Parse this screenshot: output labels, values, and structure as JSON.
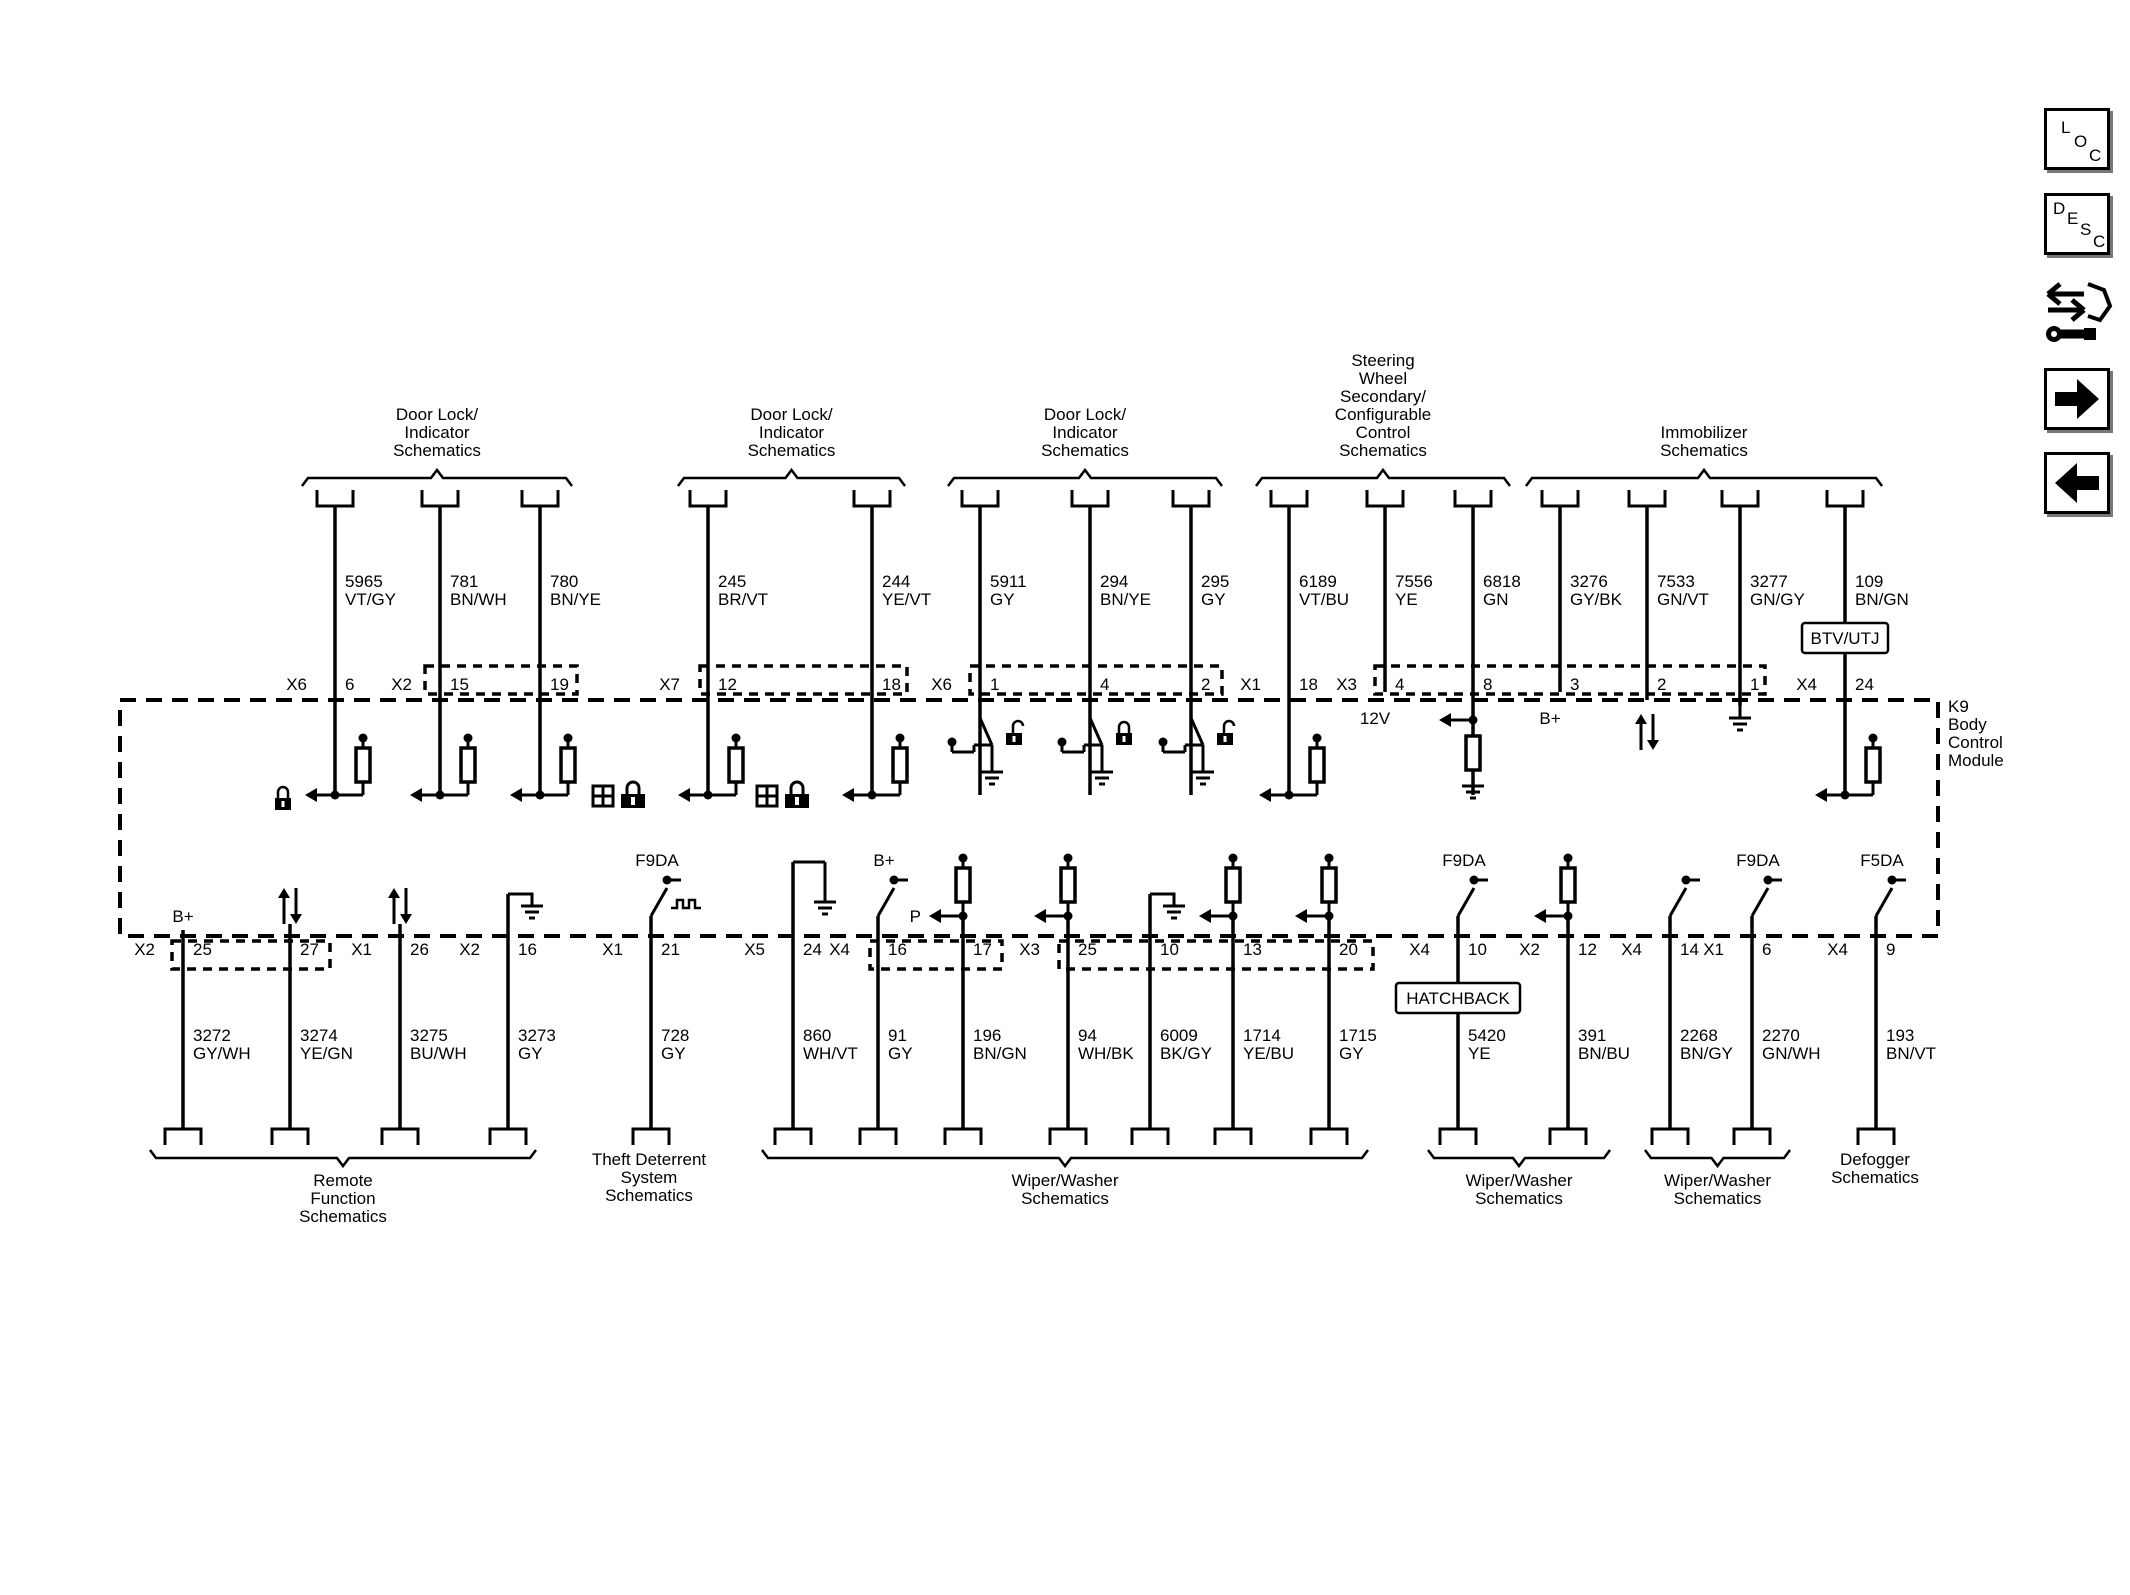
{
  "module": {
    "ref": "K9",
    "line1": "Body",
    "line2": "Control",
    "line3": "Module"
  },
  "nav": {
    "loc": [
      "L",
      "O",
      "C"
    ],
    "desc": [
      "D",
      "E",
      "S",
      "C"
    ],
    "icons": [
      "connector-wrench-icon",
      "arrow-right-icon",
      "arrow-left-icon"
    ]
  },
  "top_groups": [
    {
      "lines": [
        "Door Lock/",
        "Indicator",
        "Schematics"
      ]
    },
    {
      "lines": [
        "Door Lock/",
        "Indicator",
        "Schematics"
      ]
    },
    {
      "lines": [
        "Door Lock/",
        "Indicator",
        "Schematics"
      ]
    },
    {
      "lines": [
        "Steering",
        "Wheel",
        "Secondary/",
        "Configurable",
        "Control",
        "Schematics"
      ]
    },
    {
      "lines": [
        "Immobilizer",
        "Schematics"
      ]
    }
  ],
  "top_wires": [
    {
      "circuit": "5965",
      "color": "VT/GY",
      "connector": "X6",
      "pin": "6",
      "interior": "lock"
    },
    {
      "circuit": "781",
      "color": "BN/WH",
      "connector": "X2",
      "pin": "15",
      "interior": "arrow"
    },
    {
      "circuit": "780",
      "color": "BN/YE",
      "connector": "",
      "pin": "19",
      "interior": "arrow"
    },
    {
      "circuit": "245",
      "color": "BR/VT",
      "connector": "X7",
      "pin": "12",
      "interior": "window-lock"
    },
    {
      "circuit": "244",
      "color": "YE/VT",
      "connector": "",
      "pin": "18",
      "interior": "window-lock"
    },
    {
      "circuit": "5911",
      "color": "GY",
      "connector": "X6",
      "pin": "1",
      "interior": "switch-unlock"
    },
    {
      "circuit": "294",
      "color": "BN/YE",
      "connector": "",
      "pin": "4",
      "interior": "switch-lock"
    },
    {
      "circuit": "295",
      "color": "GY",
      "connector": "",
      "pin": "2",
      "interior": "switch-unlock"
    },
    {
      "circuit": "6189",
      "color": "VT/BU",
      "connector": "X1",
      "pin": "18",
      "interior": "arrow"
    },
    {
      "circuit": "7556",
      "color": "YE",
      "connector": "X3",
      "pin": "4",
      "interior": "supply",
      "supply": "12V"
    },
    {
      "circuit": "6818",
      "color": "GN",
      "connector": "",
      "pin": "8",
      "interior": "resistor-ground"
    },
    {
      "circuit": "3276",
      "color": "GY/BK",
      "connector": "",
      "pin": "3",
      "interior": "supply",
      "supply": "B+"
    },
    {
      "circuit": "7533",
      "color": "GN/VT",
      "connector": "",
      "pin": "2",
      "interior": "bidirectional"
    },
    {
      "circuit": "3277",
      "color": "GN/GY",
      "connector": "",
      "pin": "1",
      "interior": "ground"
    },
    {
      "circuit": "109",
      "color": "BN/GN",
      "connector": "X4",
      "pin": "24",
      "interior": "arrow",
      "box": "BTV/UTJ"
    }
  ],
  "bottom_groups": [
    {
      "lines": [
        "Remote",
        "Function",
        "Schematics"
      ]
    },
    {
      "lines": [
        "Theft Deterrent",
        "System",
        "Schematics"
      ]
    },
    {
      "lines": [
        "Wiper/Washer",
        "Schematics"
      ]
    },
    {
      "lines": [
        "Wiper/Washer",
        "Schematics"
      ]
    },
    {
      "lines": [
        "Wiper/Washer",
        "Schematics"
      ]
    },
    {
      "lines": [
        "Defogger",
        "Schematics"
      ]
    }
  ],
  "bottom_wires": [
    {
      "circuit": "3272",
      "color": "GY/WH",
      "connector": "X2",
      "pin": "25",
      "interior": "supply",
      "supply": "B+"
    },
    {
      "circuit": "3274",
      "color": "YE/GN",
      "connector": "",
      "pin": "27",
      "interior": "bidirectional"
    },
    {
      "circuit": "3275",
      "color": "BU/WH",
      "connector": "X1",
      "pin": "26",
      "interior": "bidirectional"
    },
    {
      "circuit": "3273",
      "color": "GY",
      "connector": "X2",
      "pin": "16",
      "interior": "ground"
    },
    {
      "circuit": "728",
      "color": "GY",
      "connector": "X1",
      "pin": "21",
      "interior": "pwm-switch",
      "supply": "F9DA"
    },
    {
      "circuit": "860",
      "color": "WH/VT",
      "connector": "X5",
      "pin": "24",
      "interior": "switch-ground"
    },
    {
      "circuit": "91",
      "color": "GY",
      "connector": "X4",
      "pin": "16",
      "interior": "switch",
      "supply": "B+"
    },
    {
      "circuit": "196",
      "color": "BN/GN",
      "connector": "",
      "pin": "17",
      "interior": "resistor-arrow",
      "tag": "P"
    },
    {
      "circuit": "94",
      "color": "WH/BK",
      "connector": "X3",
      "pin": "25",
      "interior": "resistor-arrow"
    },
    {
      "circuit": "6009",
      "color": "BK/GY",
      "connector": "",
      "pin": "10",
      "interior": "ground"
    },
    {
      "circuit": "1714",
      "color": "YE/BU",
      "connector": "",
      "pin": "13",
      "interior": "resistor-arrow"
    },
    {
      "circuit": "1715",
      "color": "GY",
      "connector": "",
      "pin": "20",
      "interior": "resistor-arrow"
    },
    {
      "circuit": "5420",
      "color": "YE",
      "connector": "X4",
      "pin": "10",
      "interior": "switch",
      "supply": "F9DA",
      "box": "HATCHBACK"
    },
    {
      "circuit": "391",
      "color": "BN/BU",
      "connector": "X2",
      "pin": "12",
      "interior": "resistor-arrow"
    },
    {
      "circuit": "2268",
      "color": "BN/GY",
      "connector": "X4",
      "pin": "14",
      "interior": "switch"
    },
    {
      "circuit": "2270",
      "color": "GN/WH",
      "connector": "X1",
      "pin": "6",
      "interior": "switch",
      "supply": "F9DA"
    },
    {
      "circuit": "193",
      "color": "BN/VT",
      "connector": "X4",
      "pin": "9",
      "interior": "switch",
      "supply": "F5DA"
    }
  ]
}
